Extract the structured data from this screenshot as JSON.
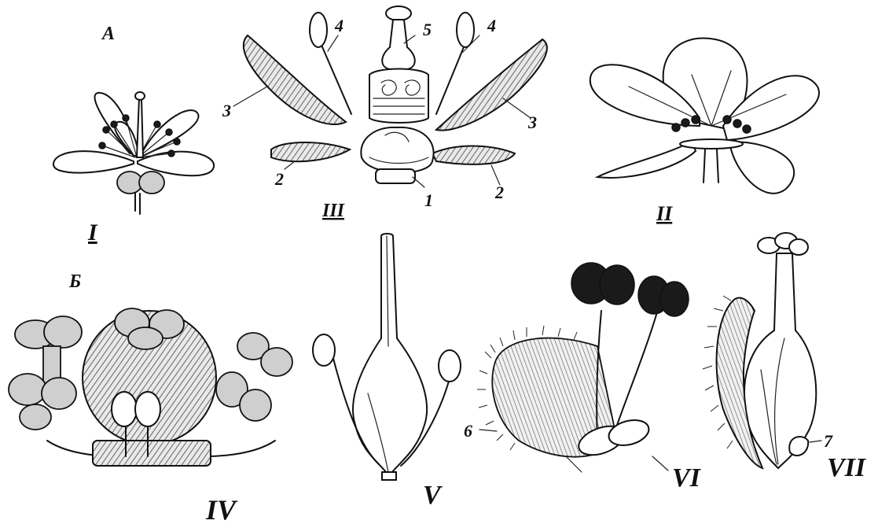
{
  "labels": {
    "group_A": "А",
    "group_B": "Б",
    "fig_I": "I",
    "fig_II": "II",
    "fig_III": "III",
    "fig_IV": "IV",
    "fig_V": "V",
    "fig_VI": "VI",
    "fig_VII": "VII"
  },
  "callouts": {
    "n1": "1",
    "n2a": "2",
    "n2b": "2",
    "n3a": "3",
    "n3b": "3",
    "n4a": "4",
    "n4b": "4",
    "n5": "5",
    "n6": "6",
    "n7": "7"
  }
}
